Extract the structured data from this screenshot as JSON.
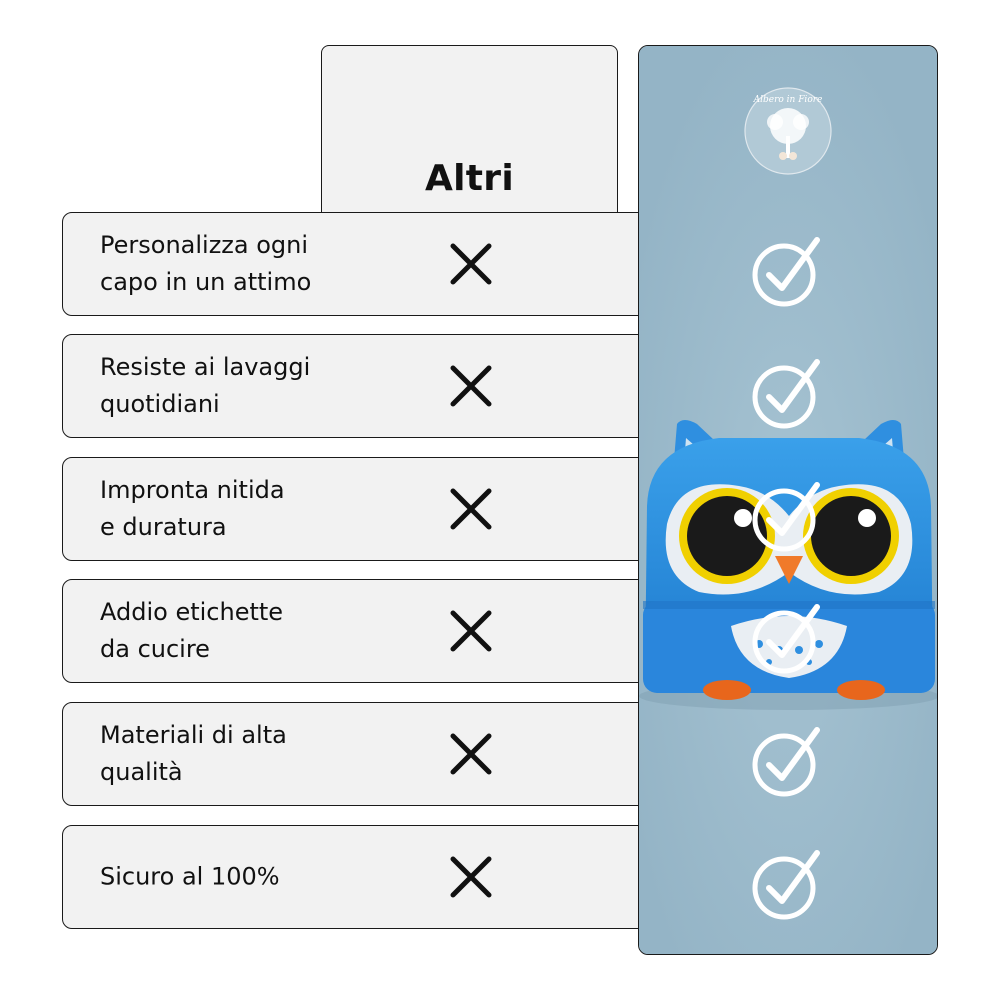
{
  "header": {
    "column_label": "Altri"
  },
  "brand": {
    "logo_text": "Albero in Fiore",
    "icon": "albero-in-fiore-logo"
  },
  "rows": [
    {
      "label": "Personalizza ogni\ncapo in un attimo",
      "others_icon": "x-icon",
      "brand_icon": "check-circle-icon"
    },
    {
      "label": "Resiste ai lavaggi\nquotidiani",
      "others_icon": "x-icon",
      "brand_icon": "check-circle-icon"
    },
    {
      "label": "Impronta nitida\ne duratura",
      "others_icon": "x-icon",
      "brand_icon": "check-circle-icon"
    },
    {
      "label": "Addio etichette\nda cucire",
      "others_icon": "x-icon",
      "brand_icon": "check-circle-icon"
    },
    {
      "label": "Materiali di alta\nqualità",
      "others_icon": "x-icon",
      "brand_icon": "check-circle-icon"
    },
    {
      "label": "Sicuro al 100%",
      "others_icon": "x-icon",
      "brand_icon": "check-circle-icon"
    }
  ],
  "colors": {
    "panel_blue": "#9dbccd",
    "owl_blue": "#2f8fe0",
    "check_white": "#ffffff",
    "cell_gray": "#f2f2f2",
    "x_black": "#111111"
  }
}
